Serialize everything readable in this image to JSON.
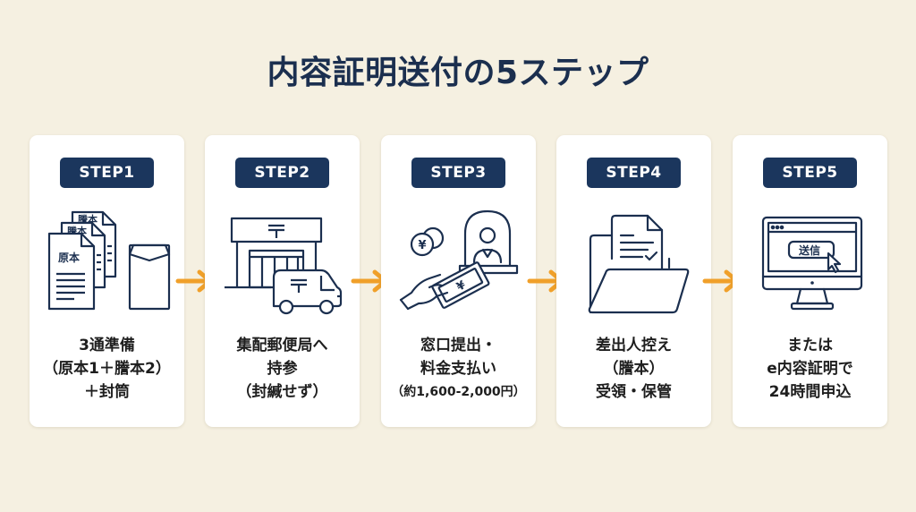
{
  "title": "内容証明送付の5ステップ",
  "colors": {
    "background": "#f5f0e1",
    "card": "#ffffff",
    "badge": "#1b365d",
    "icon_stroke": "#1b2f4f",
    "arrow": "#f0a02a"
  },
  "steps": [
    {
      "badge": "STEP1",
      "icon": "documents-and-envelope-icon",
      "icon_labels": {
        "doc_front": "原本",
        "doc_back1": "謄本",
        "doc_back2": "謄本"
      },
      "lines": [
        "3通準備",
        "（原本1＋謄本2）",
        "＋封筒"
      ]
    },
    {
      "badge": "STEP2",
      "icon": "post-office-and-van-icon",
      "icon_labels": {
        "post_mark": "〒"
      },
      "lines": [
        "集配郵便局へ",
        "持参",
        "（封緘せず）"
      ]
    },
    {
      "badge": "STEP3",
      "icon": "counter-payment-icon",
      "icon_labels": {
        "yen": "¥"
      },
      "lines": [
        "窓口提出・",
        "料金支払い",
        "（約1,600-2,000円）"
      ]
    },
    {
      "badge": "STEP4",
      "icon": "folder-with-document-icon",
      "icon_labels": {},
      "lines": [
        "差出人控え",
        "（謄本）",
        "受領・保管"
      ]
    },
    {
      "badge": "STEP5",
      "icon": "computer-send-icon",
      "icon_labels": {
        "send_button": "送信"
      },
      "lines": [
        "または",
        "e内容証明で",
        "24時間申込"
      ]
    }
  ],
  "arrows": [
    "arrow-right-icon",
    "arrow-right-icon",
    "arrow-right-icon",
    "arrow-right-icon"
  ]
}
